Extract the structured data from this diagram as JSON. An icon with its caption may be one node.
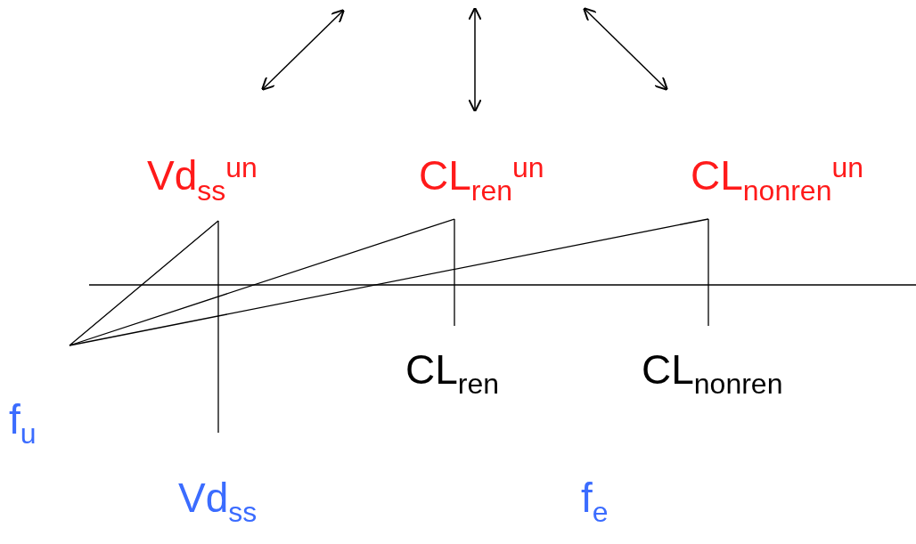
{
  "diagram": {
    "labels": [
      "Vd$_{ss}$$^{un}$",
      "CL$_{ren}$$^{un}$",
      "CL$_{nonren}$$^{un}$",
      "CL$_{ren}$",
      "CL$_{nonren}$",
      "f$_{u}$",
      "Vd$_{ss}$",
      "f$_{e}$"
    ]
  }
}
